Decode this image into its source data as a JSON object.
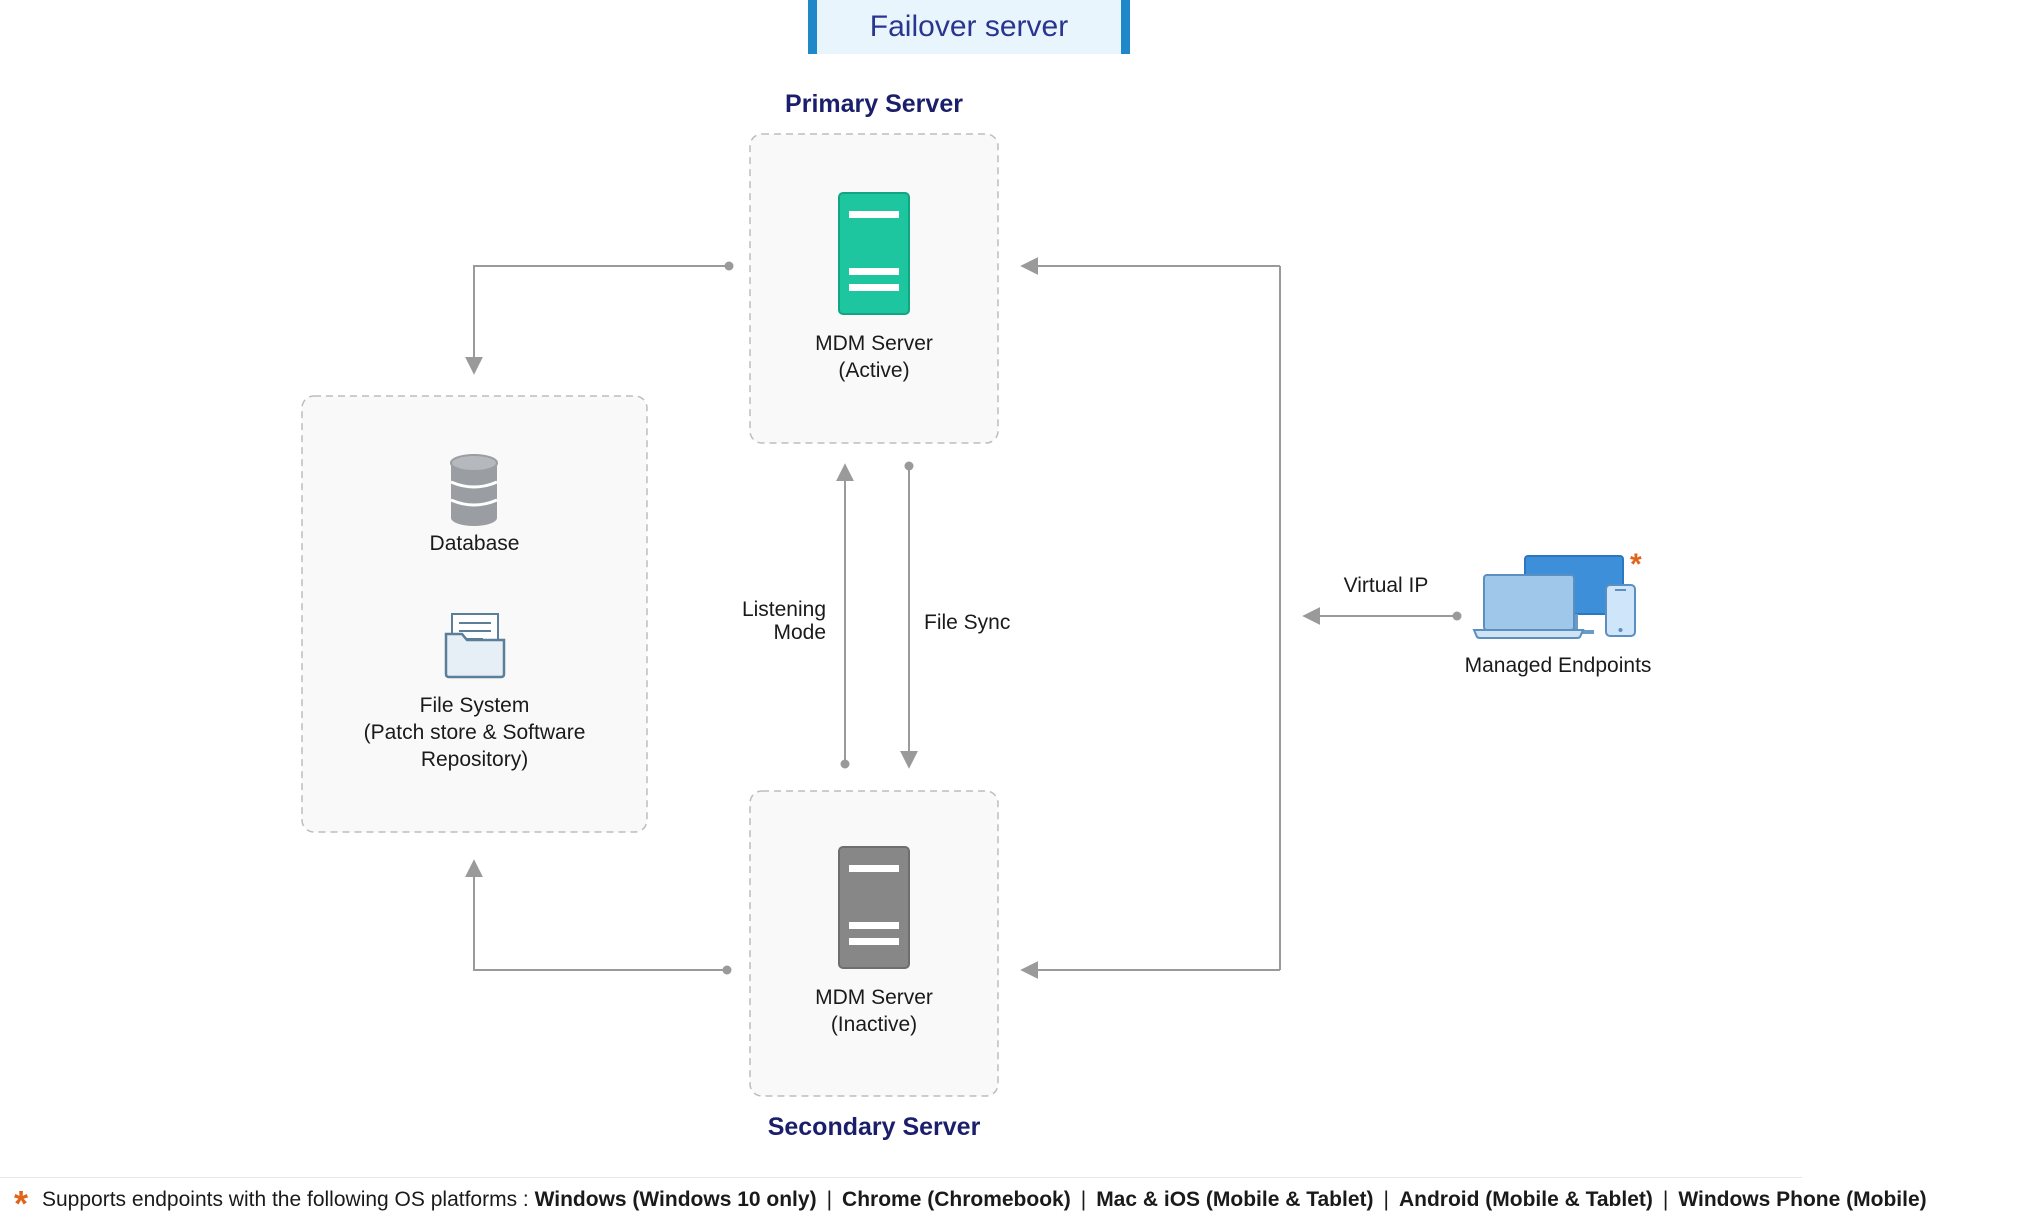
{
  "title": "Failover server",
  "primary": {
    "heading": "Primary Server",
    "line1": "MDM Server",
    "line2": "(Active)",
    "color": "#1ec6a0"
  },
  "secondary": {
    "heading": "Secondary Server",
    "line1": "MDM Server",
    "line2": "(Inactive)",
    "color": "#878787"
  },
  "storage": {
    "database": "Database",
    "fs_line1": "File System",
    "fs_line2": "(Patch store & Software",
    "fs_line3": "Repository)"
  },
  "edges": {
    "listening_line1": "Listening",
    "listening_line2": "Mode",
    "file_sync": "File Sync",
    "virtual_ip": "Virtual IP"
  },
  "endpoints": {
    "label": "Managed Endpoints",
    "marker": "*"
  },
  "footer": {
    "star": "*",
    "intro": "Supports endpoints with the following OS platforms :",
    "separator": "|",
    "platforms": [
      "Windows (Windows 10 only)",
      "Chrome (Chromebook)",
      "Mac & iOS (Mobile & Tablet)",
      "Android (Mobile & Tablet)",
      "Windows Phone (Mobile)"
    ]
  },
  "colors": {
    "accent": "#1f88c8",
    "heading": "#1b1f6b",
    "arrow": "#9a9a9a",
    "orange": "#e0651a"
  }
}
